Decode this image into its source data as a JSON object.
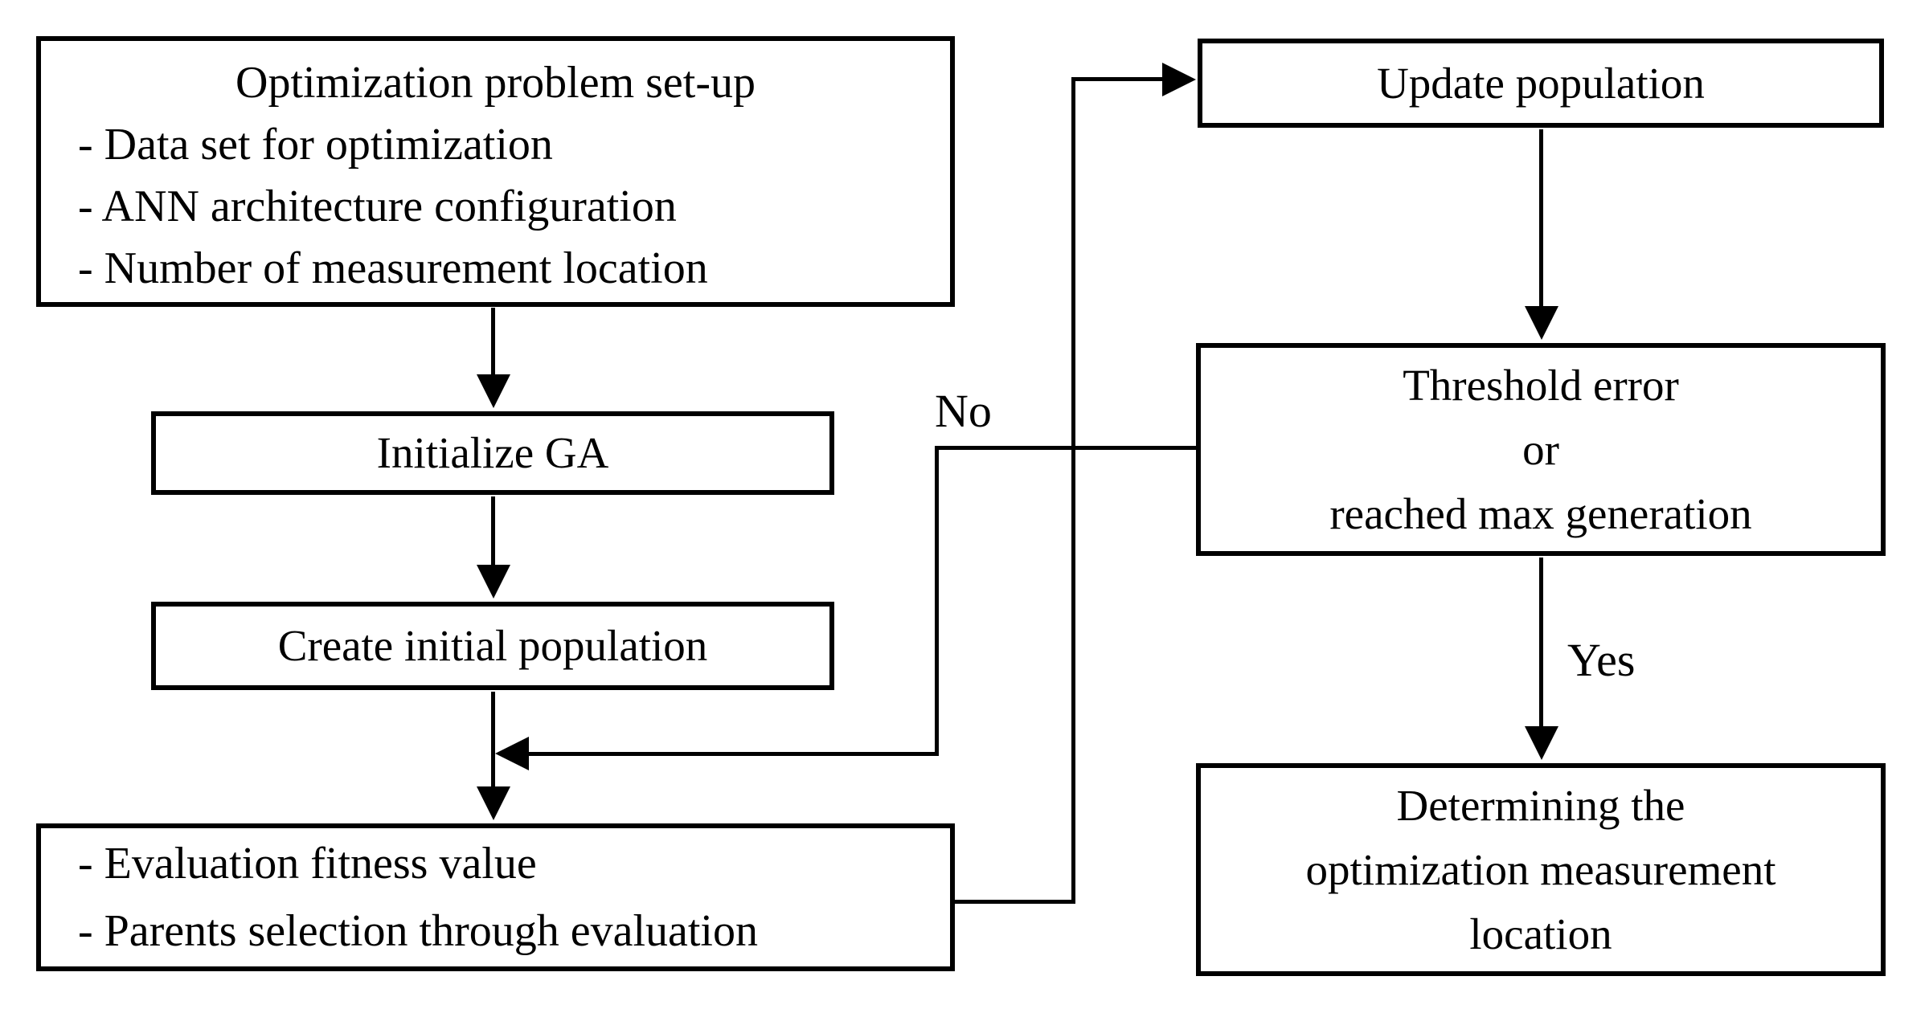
{
  "diagram": {
    "type": "flowchart",
    "colors": {
      "background": "#ffffff",
      "line": "#000000",
      "text": "#000000"
    },
    "nodes": {
      "problem_setup": {
        "title": "Optimization problem set-up",
        "items": [
          "- Data set for optimization",
          "- ANN architecture configuration",
          "- Number of measurement location"
        ]
      },
      "initialize_ga": {
        "label": "Initialize GA"
      },
      "create_population": {
        "label": "Create initial population"
      },
      "evaluation": {
        "items": [
          "- Evaluation fitness value",
          "- Parents selection through evaluation"
        ]
      },
      "update_population": {
        "label": "Update population"
      },
      "threshold": {
        "lines": [
          "Threshold error",
          "or",
          "reached max generation"
        ]
      },
      "determine": {
        "lines": [
          "Determining the",
          "optimization measurement",
          "location"
        ]
      }
    },
    "edges": {
      "no_label": "No",
      "yes_label": "Yes"
    }
  }
}
